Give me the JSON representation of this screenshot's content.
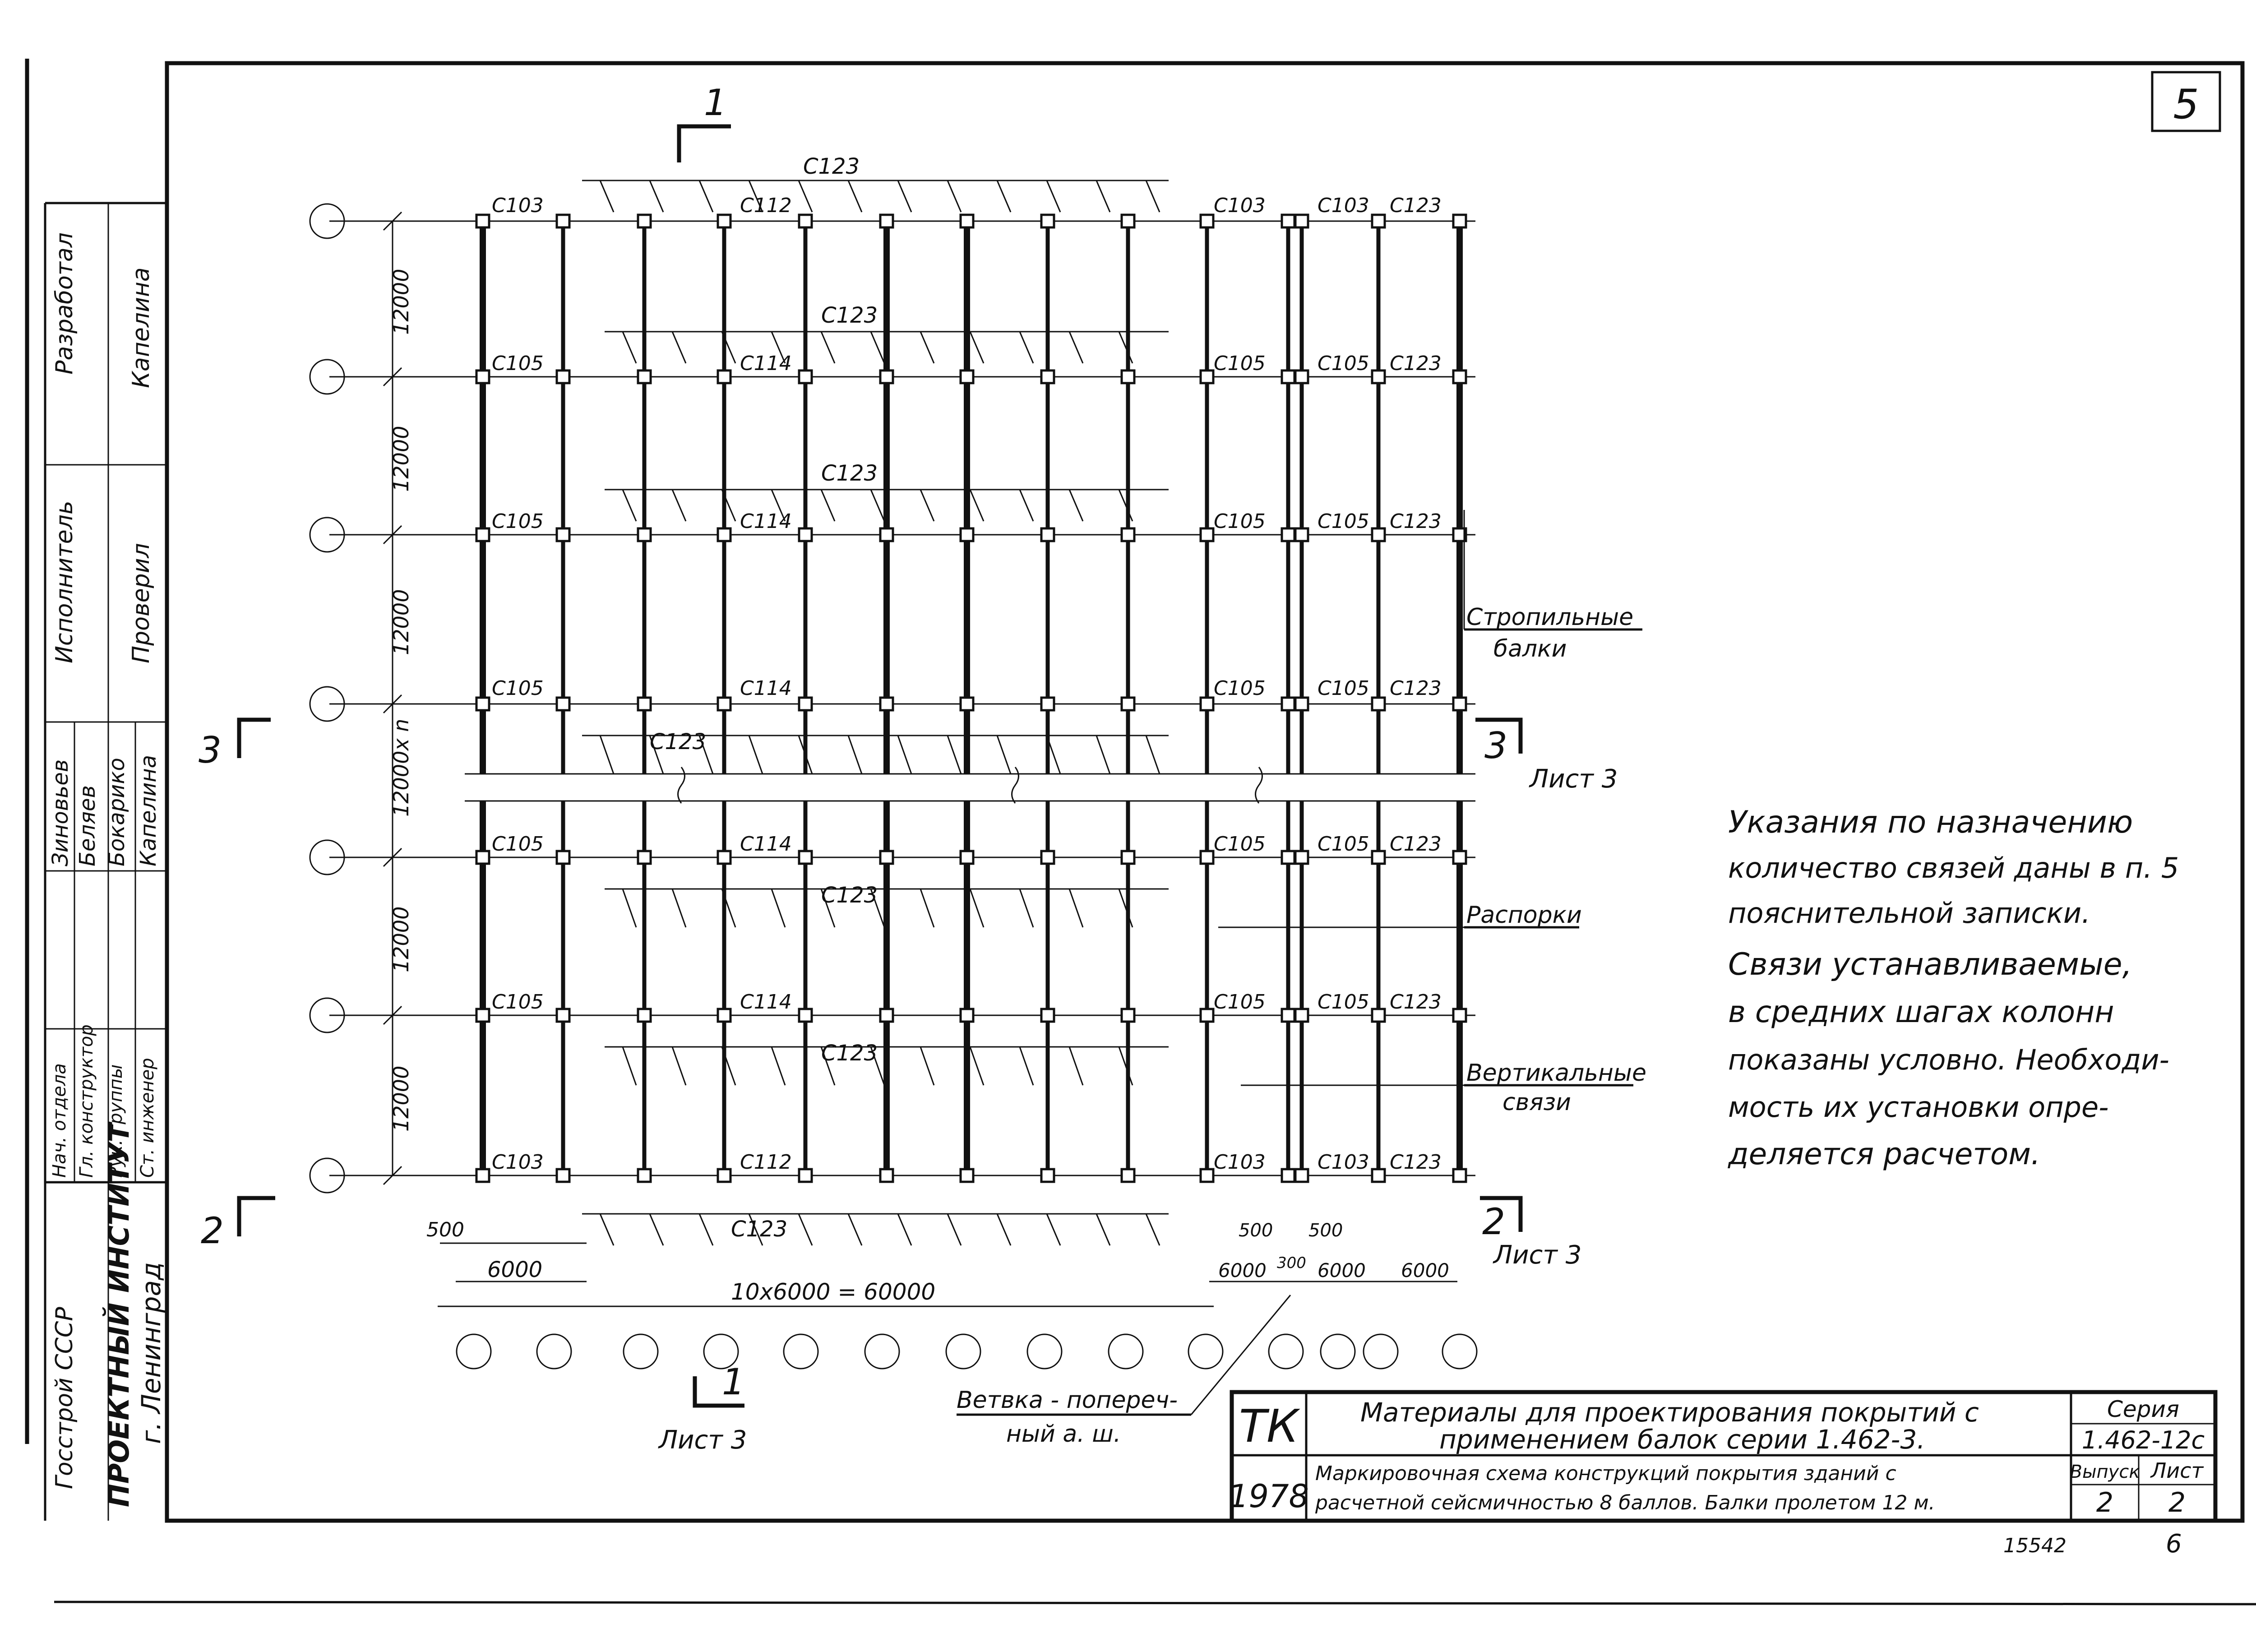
{
  "sheet": {
    "sheet_number": "5",
    "page_number": "6",
    "archive_number": "15542"
  },
  "left_stamp": {
    "institute_line1": "ПРОЕКТНЫЙ ИНСТИТУТ",
    "institute_line2": "г. Ленинград",
    "ministry_line": "Госстрой СССР",
    "roles": [
      "Нач. отдела",
      "Гл. конструктор",
      "Рук. группы",
      "Ст. инженер"
    ],
    "names": [
      "Зиновьев",
      "Беляев",
      "Бокарико",
      "Капелина"
    ],
    "role_header_1": "Разработал",
    "role_header_2": "Исполнитель",
    "role_header_3": "Проверил",
    "name_header_1": "Капелина"
  },
  "plan": {
    "brace_labels": {
      "c103": "С103",
      "c105": "С105",
      "c112": "С112",
      "c114": "С114",
      "c123": "С123"
    },
    "dimension_12000": "12000",
    "dimension_12000x": "12000х n",
    "dimension_500": "500",
    "dimension_300": "300",
    "dimension_6000": "6000",
    "dimension_total": "10х6000 = 60000",
    "callout_rafters": [
      "Стропильные",
      "балки"
    ],
    "callout_struts": "Распорки",
    "callout_vertical": [
      "Вертикальные",
      "связи"
    ],
    "callout_joint": [
      "Ветвка - попереч-",
      "ный а. ш."
    ],
    "section_1": "1",
    "section_2": "2",
    "section_3": "3",
    "sheet_ref": "Лист 3"
  },
  "notes": [
    "Указания по назначению",
    "количество связей даны в п. 5",
    "пояснительной записки.",
    "Связи устанавливаемые,",
    "в средних шагах колонн",
    "показаны условно. Необходи-",
    "мость их установки опре-",
    "деляется расчетом."
  ],
  "title_block": {
    "org": "ТК",
    "year": "1978",
    "title_line1": "Материалы для проектирования покрытий с",
    "title_line2": "применением балок серии 1.462-3.",
    "subtitle_line1": "Маркировочная схема конструкций покрытия зданий с",
    "subtitle_line2": "расчетной сейсмичностью 8 баллов. Балки пролетом 12 м.",
    "series_label": "Серия",
    "series_value": "1.462-12с",
    "issue_label": "Выпуск",
    "issue_value": "2",
    "sheet_label": "Лист",
    "sheet_value": "2"
  }
}
